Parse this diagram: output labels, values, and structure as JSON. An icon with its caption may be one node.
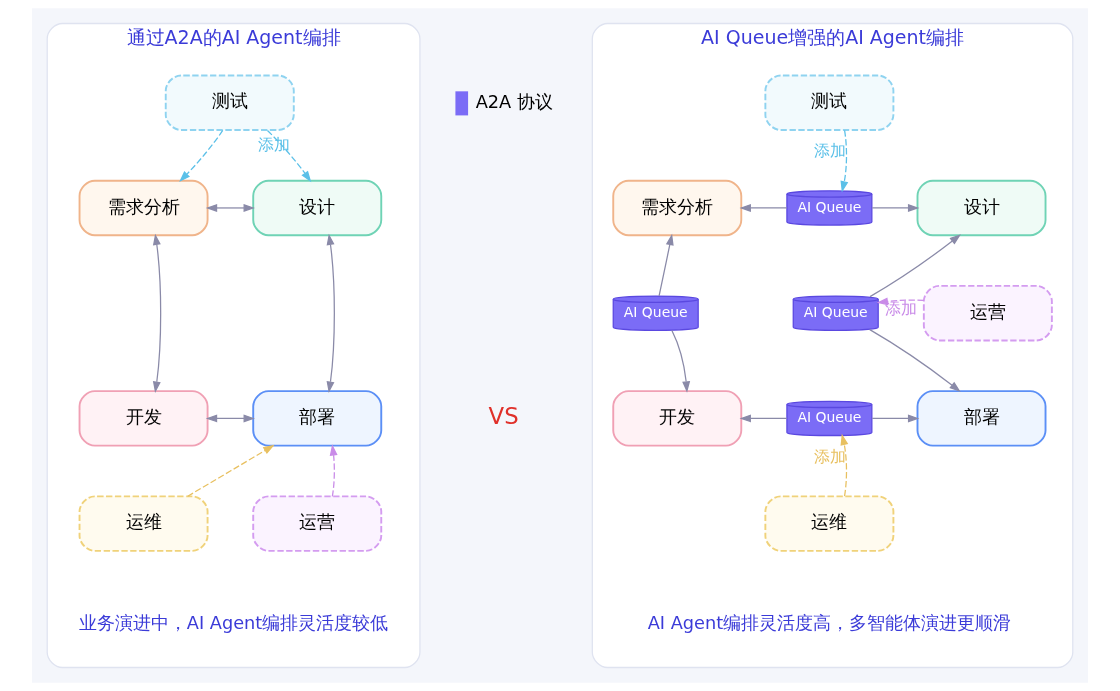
{
  "diagram": {
    "nodes": [
      {
        "text": [
          "通过A2A的AI Agent编排",
          "业务演进中，AI Agent编排灵活度较低"
        ]
      },
      {
        "text": [
          "测试"
        ],
        "in": 0
      },
      {
        "text": [
          "需求分析"
        ],
        "in": 0
      },
      {
        "text": [
          "设计"
        ],
        "in": 0
      },
      {
        "text": [
          "开发"
        ],
        "in": 0
      },
      {
        "text": [
          "部署"
        ],
        "in": 0
      },
      {
        "text": [
          "运维"
        ],
        "in": 0
      },
      {
        "text": [
          "运营"
        ],
        "in": 0
      },
      {
        "text": [
          "AI Queue增强的AI Agent编排",
          "AI Agent编排灵活度高，多智能体演进更顺滑"
        ]
      },
      {
        "text": [
          "测试"
        ],
        "in": 8
      },
      {
        "text": [
          "需求分析"
        ],
        "in": 8
      },
      {
        "text": [
          "AI Queue"
        ],
        "in": 8
      },
      {
        "text": [
          "设计"
        ],
        "in": 8
      },
      {
        "text": [
          "AI Queue"
        ],
        "in": 8
      },
      {
        "text": [
          "AI Queue"
        ],
        "in": 8
      },
      {
        "text": [
          "运营"
        ],
        "in": 8
      },
      {
        "text": [
          "开发"
        ],
        "in": 8
      },
      {
        "text": [
          "AI Queue"
        ],
        "in": 8
      },
      {
        "text": [
          "部署"
        ],
        "in": 8
      },
      {
        "text": [
          "运维"
        ],
        "in": 8
      }
    ],
    "edges": [
      {
        "from": 1,
        "to": 2,
        "arrow": "to",
        "style": "dashed",
        "color": "#5bc0e8"
      },
      {
        "from": 1,
        "to": 3,
        "arrow": "to",
        "style": "dashed",
        "color": "#5bc0e8",
        "label": "添加"
      },
      {
        "from": 2,
        "to": 3,
        "arrow": "both"
      },
      {
        "from": 2,
        "to": 4,
        "arrow": "both"
      },
      {
        "from": 3,
        "to": 5,
        "arrow": "both"
      },
      {
        "from": 4,
        "to": 5,
        "arrow": "both"
      },
      {
        "from": 6,
        "to": 5,
        "arrow": "to",
        "style": "dashed",
        "color": "#e8c060"
      },
      {
        "from": 7,
        "to": 5,
        "arrow": "to",
        "style": "dashed",
        "color": "#c98be8"
      },
      {
        "from": 9,
        "to": 11,
        "arrow": "to",
        "style": "dashed",
        "color": "#5bc0e8",
        "label": "添加"
      },
      {
        "from": 11,
        "to": 10,
        "arrow": "to"
      },
      {
        "from": 11,
        "to": 12,
        "arrow": "to"
      },
      {
        "from": 13,
        "to": 10,
        "arrow": "to"
      },
      {
        "from": 13,
        "to": 16,
        "arrow": "to"
      },
      {
        "from": 14,
        "to": 12,
        "arrow": "to"
      },
      {
        "from": 14,
        "to": 18,
        "arrow": "to"
      },
      {
        "from": 15,
        "to": 14,
        "arrow": "to",
        "style": "dashed",
        "color": "#c98be8",
        "label": "添加"
      },
      {
        "from": 17,
        "to": 16,
        "arrow": "to"
      },
      {
        "from": 17,
        "to": 18,
        "arrow": "to"
      },
      {
        "from": 19,
        "to": 17,
        "arrow": "to",
        "style": "dashed",
        "color": "#e8c060",
        "label": "添加"
      }
    ],
    "labels": [
      "VS"
    ],
    "legend": [
      {
        "text": "A2A 协议",
        "color": "#7b6cf6"
      }
    ]
  }
}
